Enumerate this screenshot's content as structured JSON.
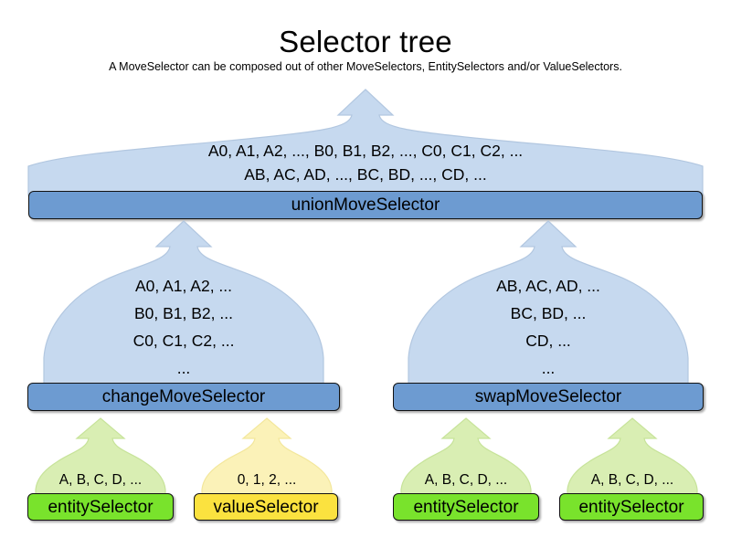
{
  "header": {
    "title": "Selector tree",
    "subtitle": "A MoveSelector can be composed out of other MoveSelectors, EntitySelectors and/or ValueSelectors."
  },
  "colors": {
    "move_body": "#c6d9ef",
    "move_label": "#6d9bd1",
    "entity_body": "#d9eeb3",
    "entity_label": "#79e32c",
    "value_body": "#fbf2b8",
    "value_label": "#fbe23f",
    "outline": "#121212",
    "background": "#ffffff"
  },
  "nodes": {
    "union": {
      "label": "unionMoveSelector",
      "lines": [
        "A0, A1, A2, ..., B0, B1, B2, ..., C0, C1, C2, ...",
        "AB, AC, AD, ..., BC, BD, ..., CD, ..."
      ]
    },
    "change": {
      "label": "changeMoveSelector",
      "lines": [
        "A0, A1, A2, ...",
        "B0, B1, B2, ...",
        "C0, C1, C2, ...",
        "..."
      ]
    },
    "swap": {
      "label": "swapMoveSelector",
      "lines": [
        "AB, AC, AD, ...",
        "BC, BD, ...",
        "CD, ...",
        "..."
      ]
    },
    "entity1": {
      "label": "entitySelector",
      "lines": [
        "A, B, C, D, ..."
      ]
    },
    "value1": {
      "label": "valueSelector",
      "lines": [
        "0, 1, 2, ..."
      ]
    },
    "entity2": {
      "label": "entitySelector",
      "lines": [
        "A, B, C, D, ..."
      ]
    },
    "entity3": {
      "label": "entitySelector",
      "lines": [
        "A, B, C, D, ..."
      ]
    }
  }
}
